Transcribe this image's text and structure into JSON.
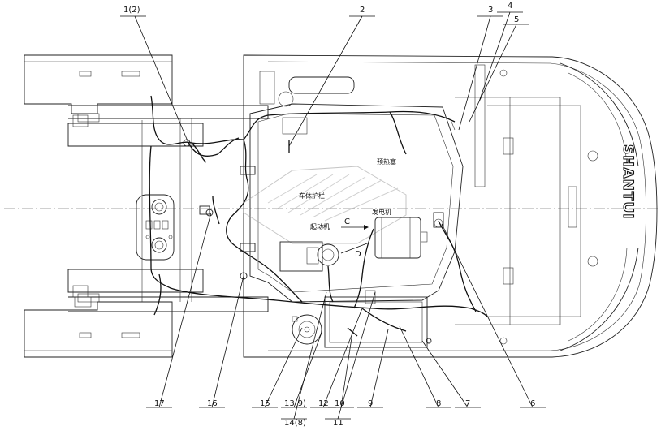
{
  "callouts": [
    {
      "id": "c1",
      "text": "1(2)"
    },
    {
      "id": "c2",
      "text": "2"
    },
    {
      "id": "c3",
      "text": "3"
    },
    {
      "id": "c4",
      "text": "4"
    },
    {
      "id": "c5",
      "text": "5"
    },
    {
      "id": "c6",
      "text": "6"
    },
    {
      "id": "c7",
      "text": "7"
    },
    {
      "id": "c8",
      "text": "8"
    },
    {
      "id": "c9",
      "text": "9"
    },
    {
      "id": "c10",
      "text": "10"
    },
    {
      "id": "c11",
      "text": "11"
    },
    {
      "id": "c12",
      "text": "12"
    },
    {
      "id": "c13",
      "text": "13(9)"
    },
    {
      "id": "c14",
      "text": "14(8)"
    },
    {
      "id": "c15",
      "text": "15"
    },
    {
      "id": "c16",
      "text": "16"
    },
    {
      "id": "c17",
      "text": "17"
    }
  ],
  "labels": {
    "preheater": "预热塞",
    "frame_ground": "车体护栏",
    "starter": "起动机",
    "generator": "发电机",
    "mark_c": "C",
    "mark_d": "D"
  },
  "brand": "SHANTUI"
}
